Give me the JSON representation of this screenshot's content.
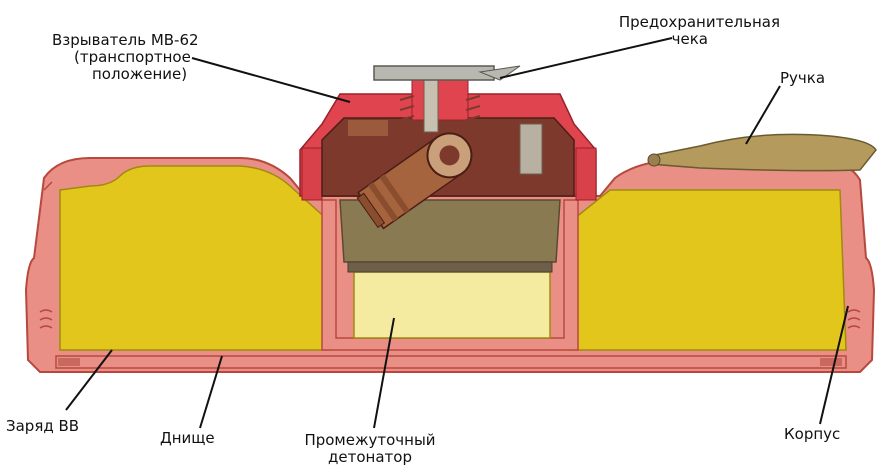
{
  "labels": {
    "fuze": [
      "Взрыватель МВ-62",
      "(транспортное",
      "положение)"
    ],
    "safety_pin": [
      "Предохранительная",
      "чека"
    ],
    "handle": "Ручка",
    "charge": "Заряд ВВ",
    "bottom": "Днище",
    "intermediate_detonator": [
      "Промежуточный",
      "детонатор"
    ],
    "body": "Корпус"
  },
  "colors": {
    "background": "#ffffff",
    "body": "#e98f86",
    "body_outline": "#b8483e",
    "charge": "#e3c61c",
    "charge_outline": "#a08a10",
    "fuze_cap": "#e0454f",
    "fuze_dark": "#7d3a2c",
    "fuze_mid": "#9b5a3c",
    "fuze_chamber": "#8a7a52",
    "detonator": "#f4eaa0",
    "handle": "#b49a5c",
    "metal": "#b8b8b0",
    "text": "#111111"
  }
}
